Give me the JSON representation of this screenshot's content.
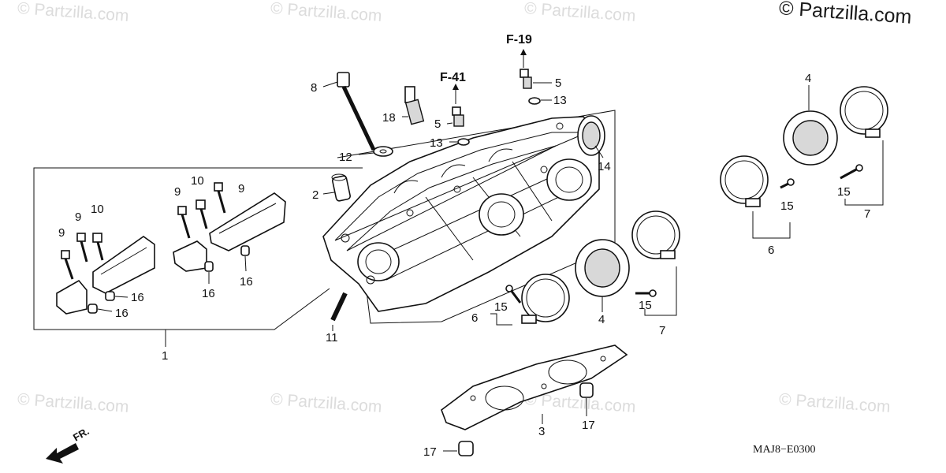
{
  "watermark": "© Partzilla.com",
  "copyright": "© Partzilla.com",
  "diagram_code": "MAJ8−E0300",
  "front_label": "FR.",
  "references": {
    "f41": "F-41",
    "f19": "F-19"
  },
  "callouts": {
    "c1": "1",
    "c2": "2",
    "c3": "3",
    "c4a": "4",
    "c4b": "4",
    "c5a": "5",
    "c5b": "5",
    "c6a": "6",
    "c6b": "6",
    "c7a": "7",
    "c7b": "7",
    "c8": "8",
    "c9a": "9",
    "c9b": "9",
    "c9c": "9",
    "c9d": "9",
    "c10a": "10",
    "c10b": "10",
    "c11": "11",
    "c12": "12",
    "c13a": "13",
    "c13b": "13",
    "c14": "14",
    "c15a": "15",
    "c15b": "15",
    "c15c": "15",
    "c15d": "15",
    "c16a": "16",
    "c16b": "16",
    "c16c": "16",
    "c16d": "16",
    "c17a": "17",
    "c17b": "17",
    "c18": "18"
  }
}
